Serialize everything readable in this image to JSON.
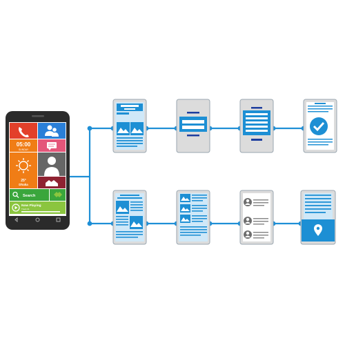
{
  "phone": {
    "time": "05:00",
    "day": "SUNDAY",
    "weather_temp": "25°",
    "weather_city": "Dhaka",
    "search_label": "Search",
    "now_playing_label": "Now Playing",
    "now_playing_track": "Track 01"
  },
  "colors": {
    "line": "#1e8fd6",
    "screen_fill": "#1d8fd4",
    "screen_light": "#cfe8f8",
    "frame_gray": "#dcdcdc",
    "tile_red": "#e3402a",
    "tile_blue": "#2a7fd8",
    "tile_orange": "#f07d16",
    "tile_pink": "#e4567a",
    "tile_gray": "#666666",
    "tile_maroon": "#8f2232",
    "tile_green": "#3aa63c",
    "tile_lightgreen": "#8bc53f"
  },
  "flow": {
    "top_row": [
      "article-screen",
      "form-screen",
      "form-screen",
      "confirmation-screen"
    ],
    "bottom_row": [
      "article-screen",
      "gallery-screen",
      "contacts-screen",
      "map-screen"
    ]
  }
}
